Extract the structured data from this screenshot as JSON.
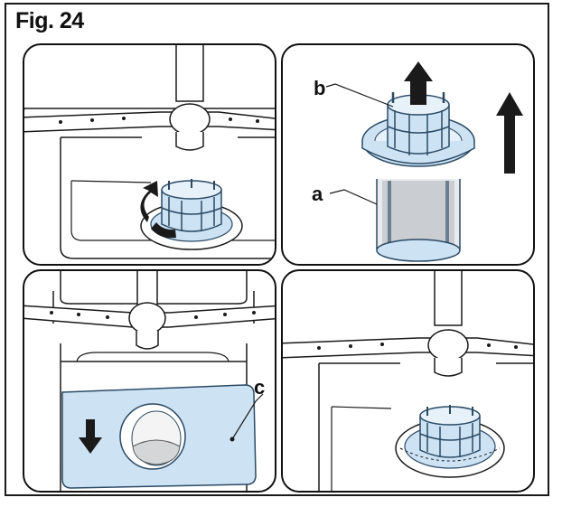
{
  "figure": {
    "title": "Fig. 24"
  },
  "callouts": {
    "a": "a",
    "b": "b",
    "c": "c"
  },
  "colors": {
    "part_fill": "#cde3f4",
    "part_stroke": "#2b4a64",
    "mesh": "#9aa0a6",
    "line": "#1a1a1a",
    "background": "#ffffff"
  },
  "panels": [
    {
      "name": "twist-filter-counterclockwise",
      "arrows": [
        "rotate-arrow-icon"
      ]
    },
    {
      "name": "lift-filter-assembly-out",
      "arrows": [
        "up-arrow-icon",
        "up-arrow-icon"
      ]
    },
    {
      "name": "remove-flat-filter-plate",
      "arrows": [
        "down-arrow-icon"
      ]
    },
    {
      "name": "filter-reinstalled-in-sump",
      "arrows": []
    }
  ]
}
